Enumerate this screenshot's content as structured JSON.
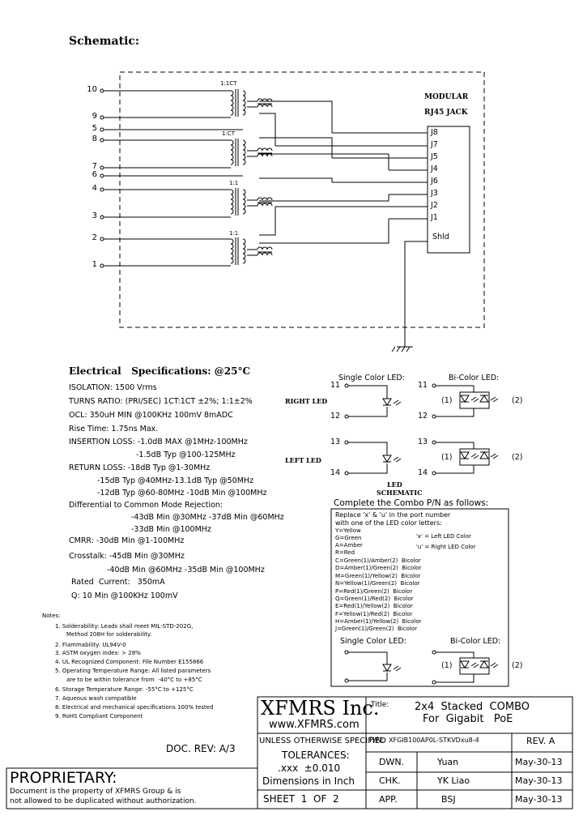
{
  "schematic_title": "Schematic:",
  "jack": {
    "title1": "MODULAR",
    "title2": "RJ45 JACK",
    "pins": [
      "J8",
      "J7",
      "J5",
      "J4",
      "J6",
      "J3",
      "J2",
      "J1",
      "Shld"
    ]
  },
  "left_pins": [
    "10",
    "9",
    "5",
    "8",
    "7",
    "6",
    "4",
    "3",
    "2",
    "1"
  ],
  "ratios": [
    "1:1CT",
    "1:CT",
    "1:1",
    "1:1"
  ],
  "electrical": {
    "title": "Electrical   Specifications: @25°C",
    "lines": [
      "ISOLATION: 1500 Vrms",
      "TURNS RATIO: (PRI/SEC) 1CT:1CT ±2%; 1:1±2%",
      "OCL: 350uH MIN @100KHz 100mV 8mADC",
      "Rise Time: 1.75ns Max.",
      "INSERTION LOSS: -1.0dB MAX @1MHz-100MHz",
      "-1.5dB Typ @100-125MHz",
      "RETURN LOSS: -18dB Typ @1-30MHz",
      "-15dB Typ @40MHz-13.1dB Typ @50MHz",
      "-12dB Typ @60-80MHz -10dB Min @100MHz",
      "Differential to Common Mode Rejection:",
      "-43dB Min @30MHz -37dB Min @60MHz",
      "-33dB Min @100MHz",
      "CMRR: -30dB Min @1-100MHz",
      "Crosstalk: -45dB Min @30MHz",
      "-40dB Min @60MHz -35dB Min @100MHz",
      "Rated  Current:   350mA",
      "Q: 10 Min @100KHz 100mV"
    ]
  },
  "notes": {
    "title": "Notes:",
    "lines": [
      "1. Solderability: Leads shall meet MIL-STD-202G,",
      "Method 208H for solderability.",
      "2. Flammability: UL94V-0",
      "3. ASTM oxygen index: > 28%",
      "4. UL Recognized Component: File Number E155866",
      "5. Operating Temperature Range: All listed parameters",
      "are to be within tolerance from  -40°C to +85°C",
      "6. Storage Temperature Range: -55°C to +125°C",
      "7. Aqueous wash compatible",
      "8. Electrical and mechanical specifications 100% tested",
      "9. RoHS Compliant Component"
    ]
  },
  "led": {
    "single_label": "Single Color LED:",
    "bi_label": "Bi-Color LED:",
    "right_led": "RIGHT LED",
    "left_led": "LEFT LED",
    "schematic1": "LED",
    "schematic2": "SCHEMATIC",
    "pins_right_top": "11",
    "pins_right_bottom": "12",
    "pins_left_top": "13",
    "pins_left_bottom": "14",
    "bi_1": "(1)",
    "bi_2": "(2)"
  },
  "combo": {
    "title": "Complete the Combo P/N as follows:",
    "lines": [
      "Replace 'x' & 'u' in the port number",
      "with one of the LED color letters:",
      "Y=Yellow",
      "G=Green",
      "A=Amber",
      "R=Red",
      "C=Green(1)/Amber(2)  Bicolor",
      "D=Amber(1)/Green(2)  Bicolor",
      "M=Green(1)/Yellow(2)  Bicolor",
      "N=Yellow(1)/Green(2)  Bicolor",
      "P=Red(1)/Green(2)  Bicolor",
      "Q=Green(1)/Red(2)  Bicolor",
      "E=Red(1)/Yellow(2)  Bicolor",
      "F=Yellow(1)/Red(2)  Bicolor",
      "H=Amber(1)/Yellow(2)  Bicolor",
      "J=Green(1)/Green(2)  Bicolor"
    ],
    "x_note": "'x' = Left LED Color",
    "u_note": "'u' = Right LED Color",
    "single_label": "Single Color LED:",
    "bi_label": "Bi-Color LED:",
    "bi_1": "(1)",
    "bi_2": "(2)"
  },
  "title_block": {
    "company": "XFMRS Inc.",
    "website": "www.XFMRS.com",
    "title_label": "Title:",
    "title1": "2x4  Stacked  COMBO",
    "title2": "For  Gigabit   PoE",
    "unless": "UNLESS OTHERWISE SPECIFIED",
    "pn_label": "P/N:",
    "pn": "XFGIB100AP0L-STKVDxu8-4",
    "rev": "REV. A",
    "tolerances": "TOLERANCES:",
    "tol_value": ".xxx  ±0.010",
    "dims": "Dimensions in Inch",
    "sheet": "SHEET  1  OF  2",
    "doc_rev": "DOC. REV: A/3",
    "rows": [
      {
        "role": "DWN.",
        "name": "Yuan",
        "date": "May-30-13"
      },
      {
        "role": "CHK.",
        "name": "YK Liao",
        "date": "May-30-13"
      },
      {
        "role": "APP.",
        "name": "BSJ",
        "date": "May-30-13"
      }
    ]
  },
  "proprietary": {
    "title": "PROPRIETARY:",
    "line1": "Document is the property of XFMRS Group & is",
    "line2": "not allowed to be duplicated without authorization."
  }
}
